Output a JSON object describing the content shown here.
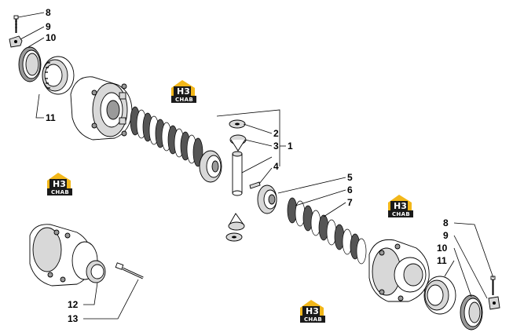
{
  "callouts": {
    "c8_top": "8",
    "c9_top": "9",
    "c10_top": "10",
    "c11_top": "11",
    "c2": "2",
    "c3": "3",
    "c1": "1",
    "c4": "4",
    "c5": "5",
    "c6": "6",
    "c7": "7",
    "c8_right": "8",
    "c9_right": "9",
    "c10_right": "10",
    "c11_right": "11",
    "c12": "12",
    "c13": "13"
  },
  "watermark": {
    "mark": "H3",
    "label": "CHAB"
  },
  "colors": {
    "logo_yellow": "#f2b71a",
    "logo_black": "#1a1a1a"
  }
}
